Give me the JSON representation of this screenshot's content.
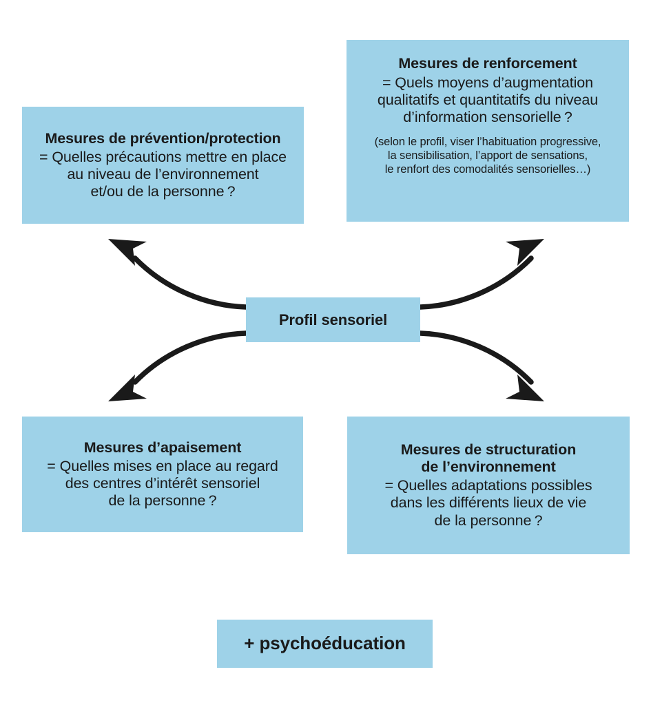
{
  "diagram": {
    "accent_color": "#9ed2e8",
    "text_color": "#1a1a1a",
    "arrow_color": "#1a1a1a",
    "center": {
      "label": "Profil sensoriel"
    },
    "boxes": [
      {
        "id": "prevention",
        "title": "Mesures de prévention/protection",
        "lines": [
          "= Quelles précautions mettre en place",
          "au niveau de l’environnement",
          "et/ou de la personne ?"
        ]
      },
      {
        "id": "renforcement",
        "title": "Mesures de renforcement",
        "lines": [
          "= Quels moyens d’augmentation",
          "qualitatifs et quantitatifs du niveau",
          "d’information sensorielle ?"
        ],
        "note": [
          "(selon le profil, viser l’habituation progressive,",
          "la sensibilisation, l’apport de sensations,",
          "le renfort des comodalités sensorielles…)"
        ]
      },
      {
        "id": "apaisement",
        "title": "Mesures d’apaisement",
        "lines": [
          "= Quelles mises en place au regard",
          "des centres d’intérêt sensoriel",
          "de la personne ?"
        ]
      },
      {
        "id": "structuration",
        "title_lines": [
          "Mesures de structuration",
          "de l’environnement"
        ],
        "lines": [
          "= Quelles adaptations possibles",
          "dans les différents lieux de vie",
          "de la personne ?"
        ]
      }
    ],
    "footer": {
      "label": "+ psychoéducation"
    },
    "arrows": [
      {
        "id": "arrow-to-prevention",
        "from": "center",
        "to": "prevention",
        "direction": "up-left"
      },
      {
        "id": "arrow-to-renforcement",
        "from": "center",
        "to": "renforcement",
        "direction": "up-right"
      },
      {
        "id": "arrow-to-apaisement",
        "from": "center",
        "to": "apaisement",
        "direction": "down-left"
      },
      {
        "id": "arrow-to-structuration",
        "from": "center",
        "to": "structuration",
        "direction": "down-right"
      }
    ]
  }
}
